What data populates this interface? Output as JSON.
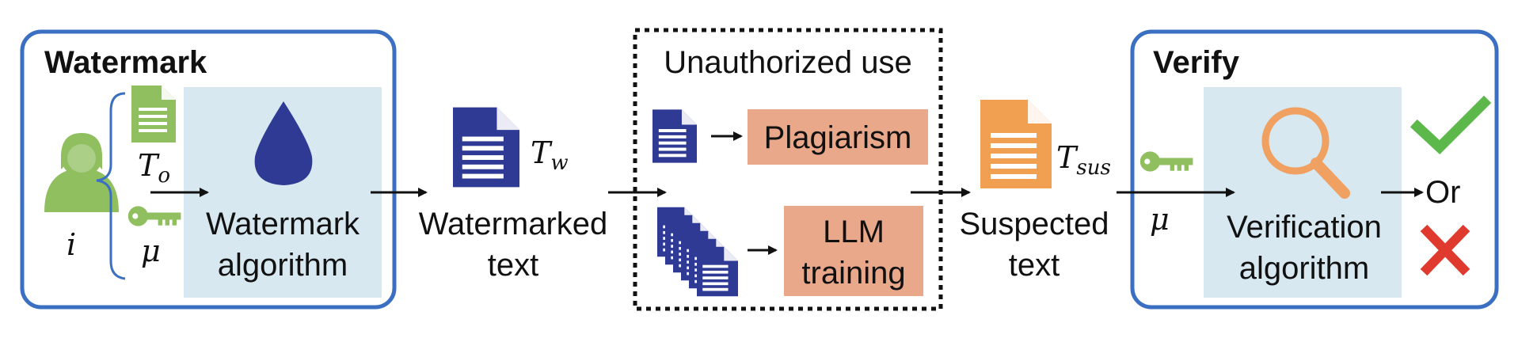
{
  "watermark_panel": {
    "title": "Watermark",
    "user_var": "i",
    "original_text_var": "T",
    "original_text_sub": "o",
    "key_var": "μ",
    "algorithm_label_line1": "Watermark",
    "algorithm_label_line2": "algorithm"
  },
  "watermarked": {
    "var": "T",
    "sub": "w",
    "label_line1": "Watermarked",
    "label_line2": "text"
  },
  "unauthorized": {
    "title": "Unauthorized use",
    "plagiarism_label": "Plagiarism",
    "llm_label_line1": "LLM",
    "llm_label_line2": "training"
  },
  "suspected": {
    "var": "T",
    "sub": "sus",
    "label_line1": "Suspected",
    "label_line2": "text"
  },
  "verify_panel": {
    "title": "Verify",
    "key_var": "μ",
    "algorithm_label_line1": "Verification",
    "algorithm_label_line2": "algorithm",
    "or_label": "Or"
  },
  "colors": {
    "panel_border": "#3a6fc1",
    "algo_fill": "#d7e8f0",
    "doc_blue": "#2e3a94",
    "doc_green": "#8fbf5e",
    "doc_orange": "#f0a050",
    "label_fill": "#eaa88a",
    "check_green": "#5cb84a",
    "cross_red": "#e03a2e",
    "magnifier_orange": "#f0a060"
  }
}
